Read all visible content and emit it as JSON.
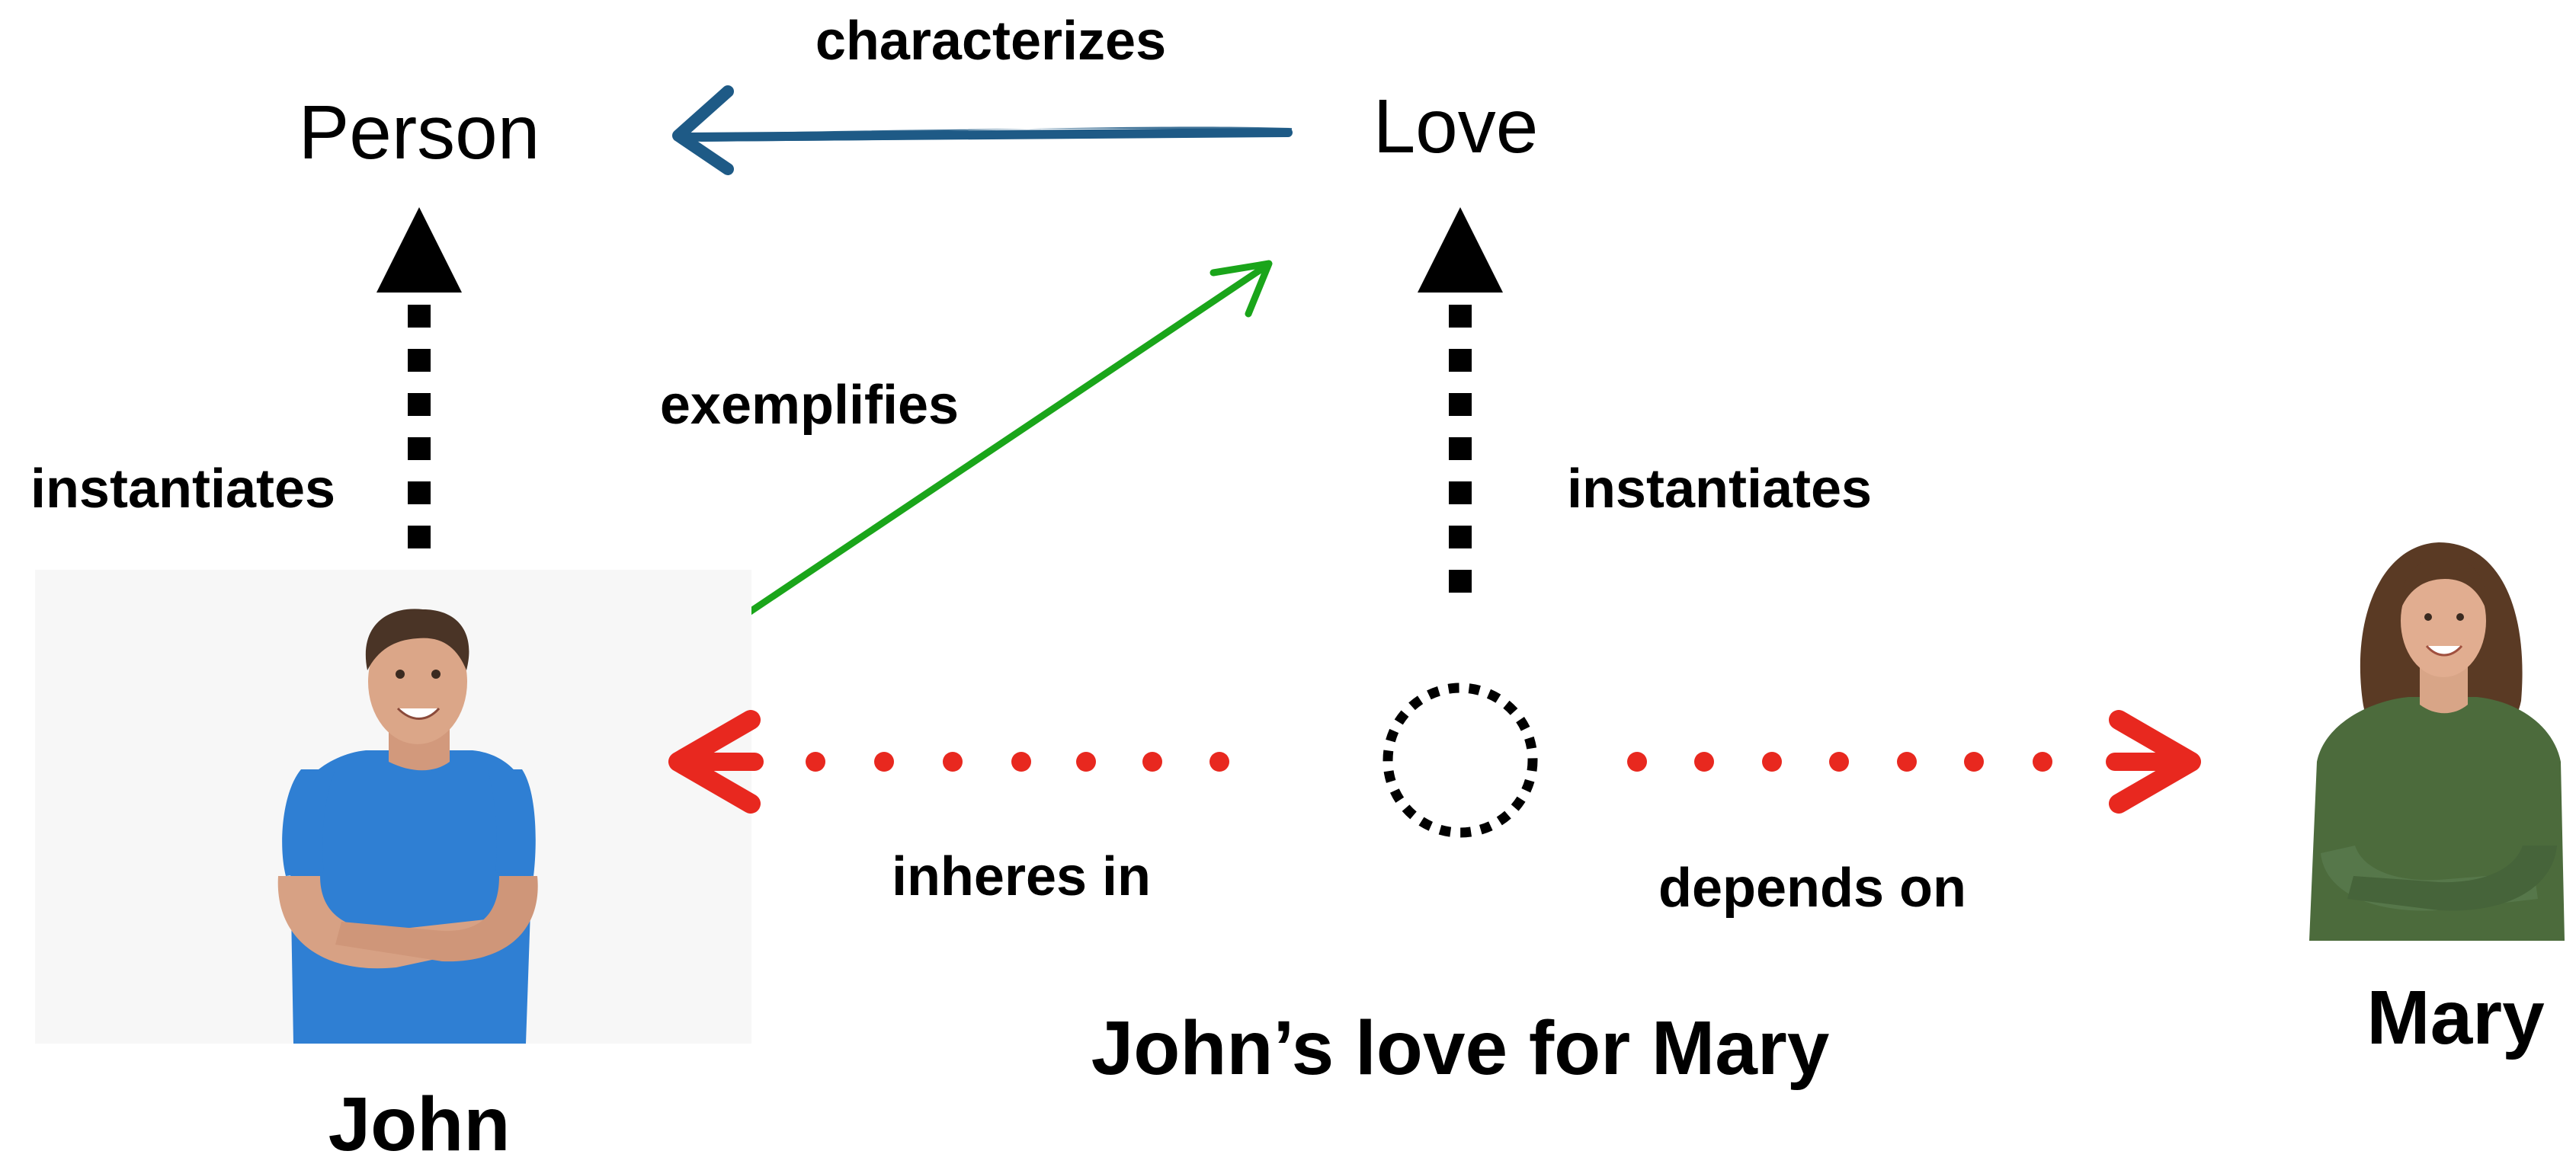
{
  "diagram": {
    "nodes": {
      "person": "Person",
      "love": "Love",
      "john": "John",
      "mary": "Mary",
      "johns_love": "John’s love for Mary"
    },
    "relations": {
      "characterizes": "characterizes",
      "exemplifies": "exemplifies",
      "instantiates_left": "instantiates",
      "instantiates_right": "instantiates",
      "inheres_in": "inheres in",
      "depends_on": "depends on"
    },
    "colors": {
      "characterizes_arrow": "#1e5a86",
      "exemplifies_arrow": "#1aa51a",
      "dependency_arrows": "#e8281f",
      "instantiation_arrows": "#000000",
      "john_shirt": "#2f7fd3",
      "mary_sweater": "#4c6b3c"
    },
    "images": {
      "john": "photo-of-smiling-man-in-blue-t-shirt",
      "mary": "photo-of-smiling-woman-in-green-sweater"
    }
  }
}
